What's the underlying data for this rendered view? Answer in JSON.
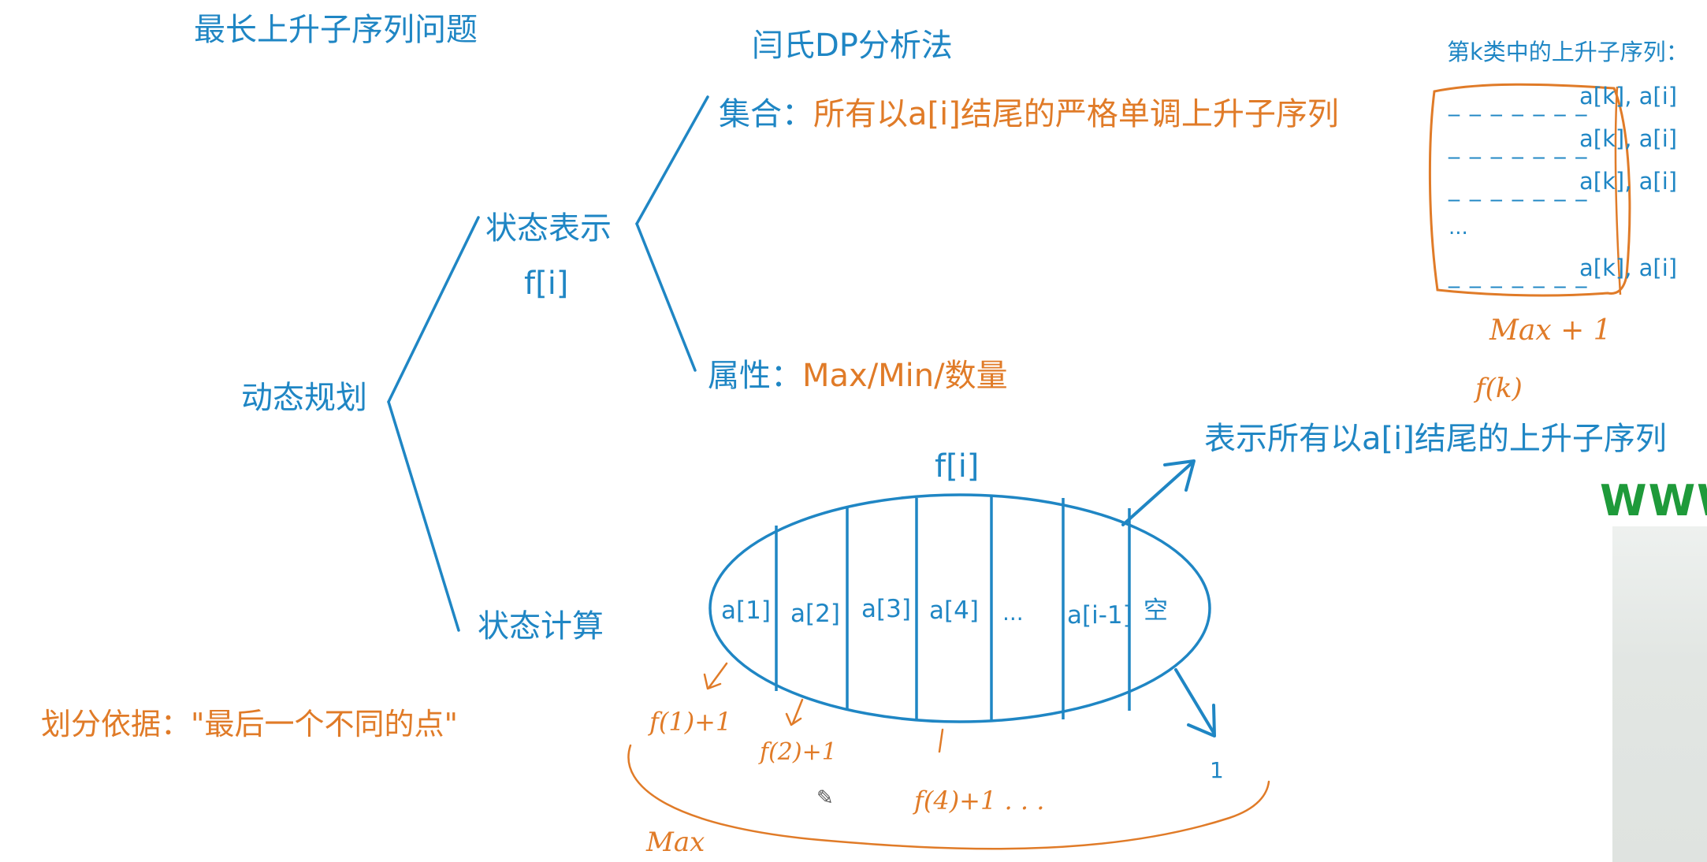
{
  "title": "最长上升子序列问题",
  "method_title": "闫氏DP分析法",
  "root_label": "动态规划",
  "state_repr": {
    "label": "状态表示",
    "symbol": "f[i]"
  },
  "set_item": {
    "prefix": "集合：",
    "text": "所有以a[i]结尾的严格单调上升子序列"
  },
  "attr_item": {
    "prefix": "属性：",
    "text": "Max/Min/数量"
  },
  "state_calc": {
    "label": "状态计算"
  },
  "division_basis": "划分依据：\"最后一个不同的点\"",
  "ellipse": {
    "label": "f[i]",
    "cells": [
      "a[1]",
      "a[2]",
      "a[3]",
      "a[4]",
      "...",
      "a[i-1]",
      "空"
    ],
    "arrow_label": "表示所有以a[i]结尾的上升子序列"
  },
  "kth_class": {
    "title": "第k类中的上升子序列：",
    "rows": [
      {
        "dash": "_ _ _ _ _ _ _",
        "tail": "a[k], a[i]"
      },
      {
        "dash": "_ _ _ _ _ _ _",
        "tail": "a[k], a[i]"
      },
      {
        "dash": "_ _ _ _ _ _ _",
        "tail": "a[k], a[i]"
      },
      {
        "dash": "...",
        "tail": ""
      },
      {
        "dash": "_ _ _ _ _ _ _",
        "tail": "a[k], a[i]"
      }
    ]
  },
  "handwriting": {
    "max_plus_one": "Max  +  1",
    "fk": "f(k)",
    "f1": "f(1)+1",
    "f2": "f(2)+1",
    "f4": "f(4)+1 . . .",
    "one": "1",
    "max": "Max"
  },
  "watermark": "WWW",
  "colors": {
    "blue": "#1f86c4",
    "orange": "#e07b28",
    "green": "#1e9a3a"
  }
}
